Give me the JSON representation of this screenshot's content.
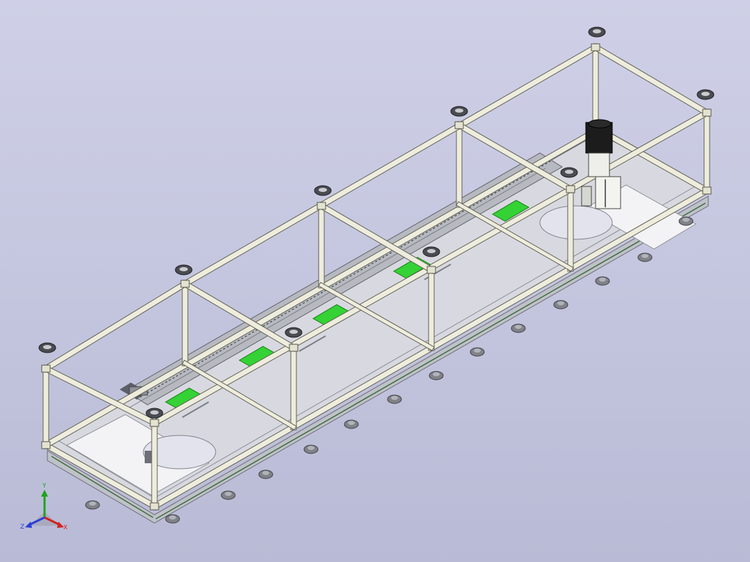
{
  "colors": {
    "frame_fill": "#eeecdc",
    "frame_edge": "#5f5f55",
    "plate": "#f3f3f6",
    "rail": "#a7a9ae",
    "green": "#34d234",
    "motor": "#1c1c1c",
    "foot": "#808288",
    "x_axis": "#d42020",
    "y_axis": "#1fa21f",
    "z_axis": "#2a3fd6"
  },
  "triad": {
    "x_label": "X",
    "y_label": "Y",
    "z_label": "Z"
  }
}
